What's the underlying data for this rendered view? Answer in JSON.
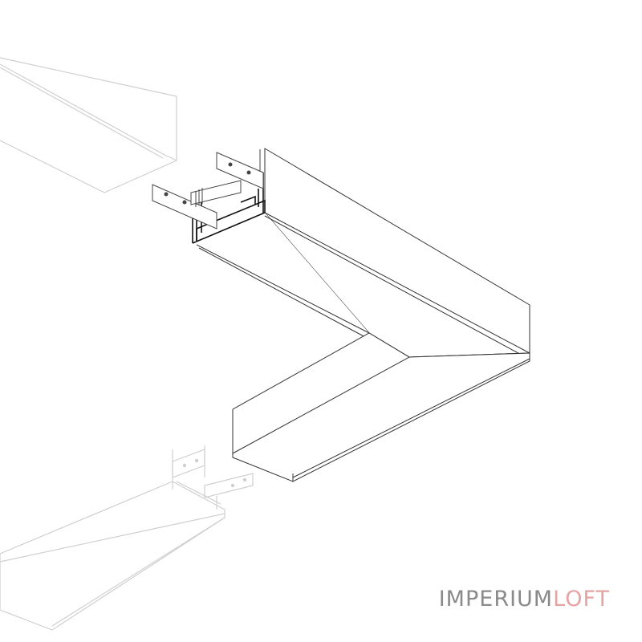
{
  "brand": {
    "name_part1": "IMPERIUM",
    "name_part2": "LOFT",
    "color_part1": "#8a8a8a",
    "color_part2": "#e6a3a3"
  },
  "colors": {
    "background": "#ffffff",
    "line_dark": "#222222",
    "line_light": "#cfcfcf",
    "line_mid": "#9a9a9a"
  },
  "parts": [
    "profile-top-left",
    "corner-connector",
    "mounting-brackets",
    "profile-bottom-left"
  ]
}
